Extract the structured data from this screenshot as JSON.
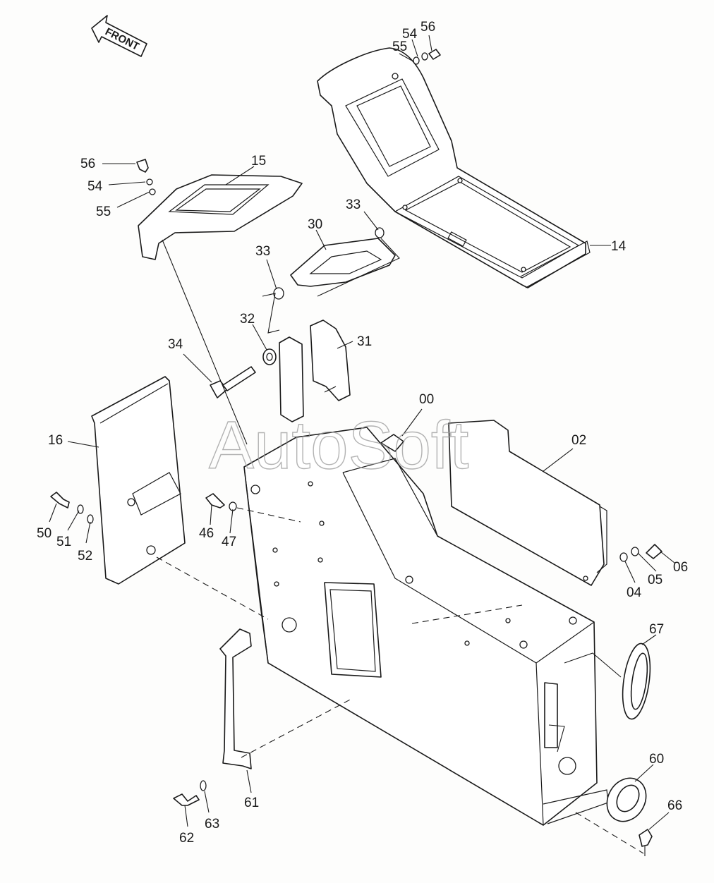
{
  "diagram": {
    "orientation_label": "FRONT",
    "watermark": "AutoSoft",
    "parts": [
      {
        "no": "56"
      },
      {
        "no": "54"
      },
      {
        "no": "55"
      },
      {
        "no": "15"
      },
      {
        "no": "14"
      },
      {
        "no": "33"
      },
      {
        "no": "30"
      },
      {
        "no": "32"
      },
      {
        "no": "31"
      },
      {
        "no": "34"
      },
      {
        "no": "16"
      },
      {
        "no": "50"
      },
      {
        "no": "51"
      },
      {
        "no": "52"
      },
      {
        "no": "46"
      },
      {
        "no": "47"
      },
      {
        "no": "00"
      },
      {
        "no": "02"
      },
      {
        "no": "04"
      },
      {
        "no": "05"
      },
      {
        "no": "06"
      },
      {
        "no": "67"
      },
      {
        "no": "60"
      },
      {
        "no": "66"
      },
      {
        "no": "61"
      },
      {
        "no": "62"
      },
      {
        "no": "63"
      }
    ],
    "callouts": {
      "c56a": "56",
      "c54a": "54",
      "c55a": "55",
      "c56b": "56",
      "c54b": "54",
      "c55b": "55",
      "c15": "15",
      "c14": "14",
      "c33a": "33",
      "c30": "30",
      "c33b": "33",
      "c32": "32",
      "c31": "31",
      "c34": "34",
      "c16": "16",
      "c50": "50",
      "c51": "51",
      "c52": "52",
      "c46": "46",
      "c47": "47",
      "c00": "00",
      "c02": "02",
      "c04": "04",
      "c05": "05",
      "c06": "06",
      "c67": "67",
      "c60": "60",
      "c66": "66",
      "c61": "61",
      "c62": "62",
      "c63": "63"
    }
  }
}
